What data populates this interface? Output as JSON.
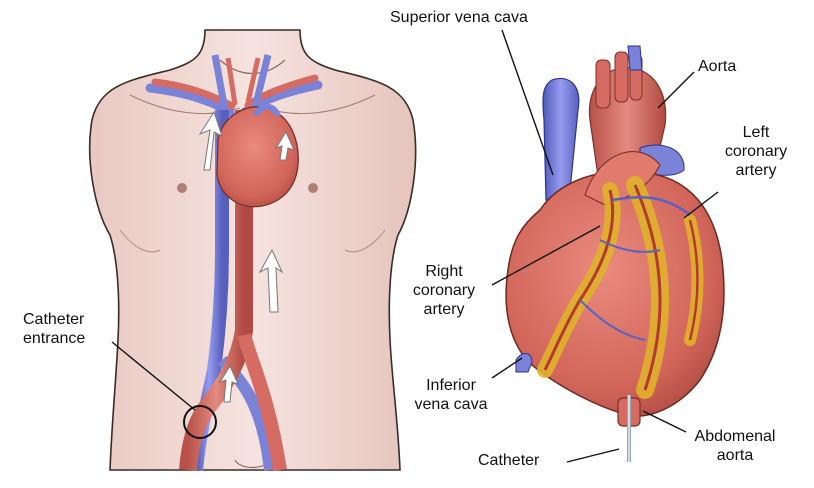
{
  "figure": {
    "panels": [
      "torso-with-vessels",
      "heart-anterior-view"
    ],
    "colors": {
      "skin": "#f1d9d4",
      "skin_shadow": "#d9b4ab",
      "artery": "#d56b63",
      "artery_dark": "#a8463f",
      "vein": "#7b83d8",
      "vein_dark": "#4d56b4",
      "heart": "#d66a5c",
      "heart_dark": "#9c3e33",
      "fat": "#e0b12a",
      "outline": "#222222"
    }
  },
  "labels": {
    "superior_vena_cava": "Superior vena cava",
    "aorta": "Aorta",
    "left_coronary_1": "Left",
    "left_coronary_2": "coronary",
    "left_coronary_3": "artery",
    "right_coronary_1": "Right",
    "right_coronary_2": "coronary",
    "right_coronary_3": "artery",
    "inferior_vena_cava_1": "Inferior",
    "inferior_vena_cava_2": "vena cava",
    "catheter": "Catheter",
    "abdominal_aorta_1": "Abdomenal",
    "abdominal_aorta_2": "aorta",
    "catheter_entrance_1": "Catheter",
    "catheter_entrance_2": "entrance"
  }
}
